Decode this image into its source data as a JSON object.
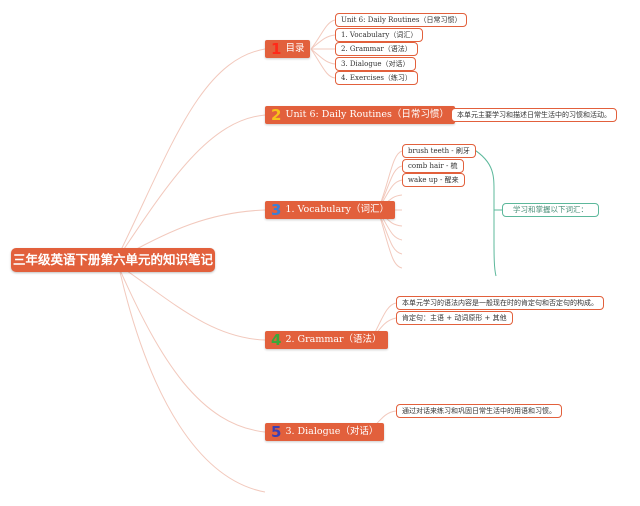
{
  "root": {
    "label": "三年级英语下册第六单元的知识笔记"
  },
  "branches": [
    {
      "num": "1",
      "label": "目录",
      "num_color": "#ff2a1a",
      "leaves": [
        "Unit 6: Daily Routines（日常习惯）",
        "1. Vocabulary（词汇）",
        "2. Grammar（语法）",
        "3. Dialogue（对话）",
        "4. Exercises（练习）"
      ]
    },
    {
      "num": "2",
      "label": "Unit 6: Daily Routines（日常习惯）",
      "num_color": "#f7c21a",
      "leaves": [
        "本单元主要学习和描述日常生活中的习惯和活动。"
      ]
    },
    {
      "num": "3",
      "label": "1. Vocabulary（词汇）",
      "num_color": "#3a7fd5",
      "leaves": [
        "brush teeth - 刷牙",
        "comb hair - 梳",
        "wake up - 醒来"
      ]
    },
    {
      "num": "4",
      "label": "2. Grammar（语法）",
      "num_color": "#3aa83a",
      "leaves": [
        "本单元学习的语法内容是一般现在时的肯定句和否定句的构成。",
        "肯定句：主语 + 动词原形 + 其他"
      ]
    },
    {
      "num": "5",
      "label": "3. Dialogue（对话）",
      "num_color": "#3b3fb3",
      "leaves": [
        "通过对话来练习和巩固日常生活中的用语和习惯。"
      ]
    }
  ],
  "summary": {
    "label": "学习和掌握以下词汇："
  },
  "colors": {
    "branch_fill": "#e2603c",
    "line": "#f2c9bd",
    "summary": "#5cb89b"
  }
}
